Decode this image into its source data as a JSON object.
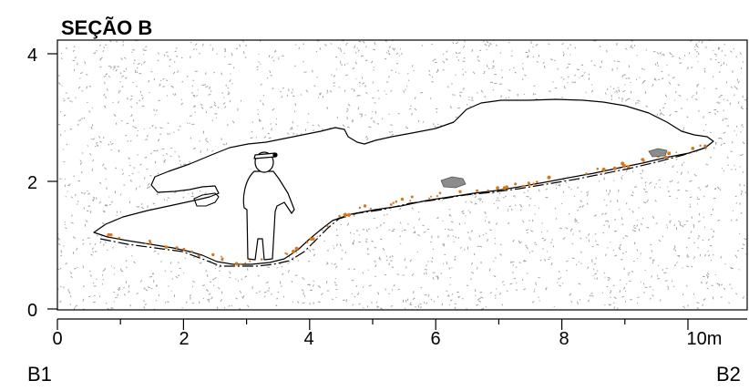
{
  "title": "SEÇÃO B",
  "y_axis": {
    "ticks": [
      {
        "value": 0,
        "label": "0"
      },
      {
        "value": 2,
        "label": "2"
      },
      {
        "value": 4,
        "label": "4"
      }
    ]
  },
  "x_axis": {
    "ticks": [
      {
        "value": 0,
        "label": "0"
      },
      {
        "value": 2,
        "label": "2"
      },
      {
        "value": 4,
        "label": "4"
      },
      {
        "value": 6,
        "label": "6"
      },
      {
        "value": 8,
        "label": "8"
      },
      {
        "value": 10,
        "label": "10m"
      }
    ]
  },
  "endpoints": {
    "left": "B1",
    "right": "B2"
  },
  "colors": {
    "rock_speckle": "#9a9a9a",
    "sediment_dots": "#d9771a",
    "block": "#8c8c8c",
    "outline": "#000000"
  }
}
